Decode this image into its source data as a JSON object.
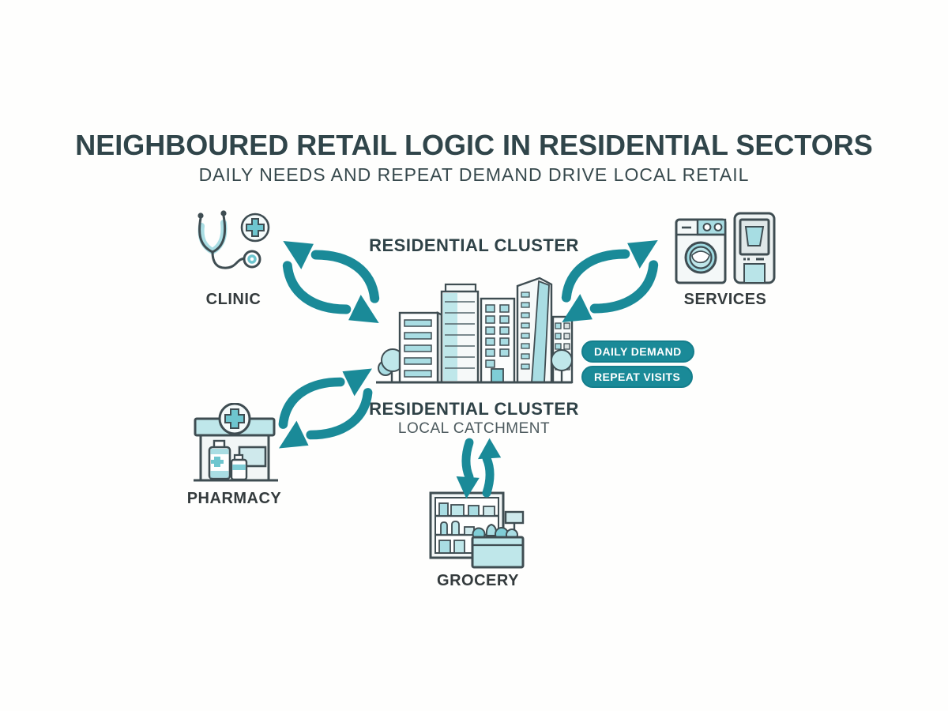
{
  "title": "NEIGHBOURED RETAIL LOGIC IN RESIDENTIAL SECTORS",
  "subtitle": "DAILY NEEDS AND REPEAT DEMAND DRIVE LOCAL RETAIL",
  "colors": {
    "teal": "#1a8a98",
    "teal_light": "#a9dde3",
    "teal_pale": "#cdeaee",
    "title_text": "#30454a",
    "label_text": "#343b3d",
    "icon_outline": "#3f4d52",
    "badge_bg": "#1a8a98"
  },
  "center": {
    "top_label": "RESIDENTIAL CLUSTER",
    "bottom_label": "RESIDENTIAL CLUSTER",
    "bottom_sublabel": "LOCAL CATCHMENT"
  },
  "nodes": {
    "clinic": {
      "label": "CLINIC",
      "icon": "stethoscope-and-medical-cross"
    },
    "services": {
      "label": "SERVICES",
      "icon": "washing-machine-and-atm"
    },
    "pharmacy": {
      "label": "PHARMACY",
      "icon": "pharmacy-storefront-with-medicine-bottles"
    },
    "grocery": {
      "label": "GROCERY",
      "icon": "grocery-shelf-and-produce-crate"
    }
  },
  "badges": [
    {
      "label": "DAILY DEMAND"
    },
    {
      "label": "REPEAT VISITS"
    }
  ],
  "arrows": {
    "clinic_center": "two-way exchange arrows",
    "services_center": "two-way exchange arrows",
    "pharmacy_center": "two-way exchange arrows",
    "grocery_center": "two-way vertical exchange arrows"
  }
}
